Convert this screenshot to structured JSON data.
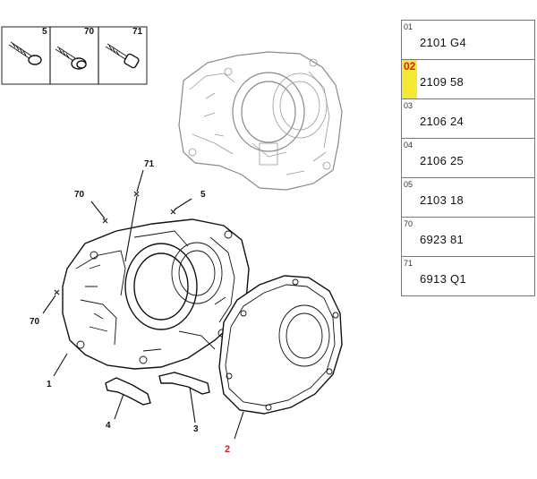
{
  "callouts": {
    "hw5": "5",
    "hw70": "70",
    "hw71": "71",
    "c71": "71",
    "c70a": "70",
    "c5": "5",
    "c70b": "70",
    "c1": "1",
    "c4": "4",
    "c3": "3",
    "c2": "2"
  },
  "parts": [
    {
      "index": "01",
      "code": "2101 G4",
      "highlighted": false
    },
    {
      "index": "02",
      "code": "2109 58",
      "highlighted": true
    },
    {
      "index": "03",
      "code": "2106 24",
      "highlighted": false
    },
    {
      "index": "04",
      "code": "2106 25",
      "highlighted": false
    },
    {
      "index": "05",
      "code": "2103 18",
      "highlighted": false
    },
    {
      "index": "70",
      "code": "6923 81",
      "highlighted": false
    },
    {
      "index": "71",
      "code": "6913 Q1",
      "highlighted": false
    }
  ],
  "colors": {
    "highlight": "#f6e936",
    "accent_red": "#d0231f"
  }
}
